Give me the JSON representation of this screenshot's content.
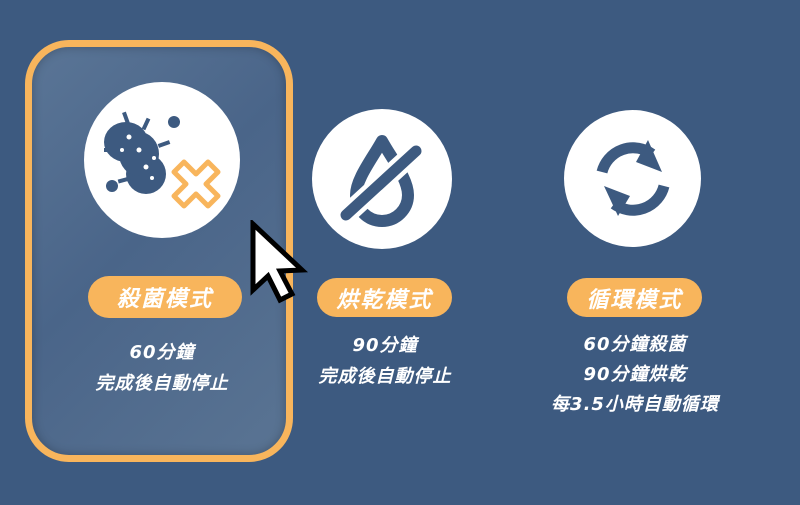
{
  "colors": {
    "background": "#3d5a80",
    "accent": "#f8b55c",
    "icon": "#3d5a80"
  },
  "modes": [
    {
      "label": "殺菌模式",
      "icon": "bacteria-cross-icon",
      "lines": [
        "60分鐘",
        "完成後自動停止"
      ],
      "selected": true
    },
    {
      "label": "烘乾模式",
      "icon": "no-water-drop-icon",
      "lines": [
        "90分鐘",
        "完成後自動停止"
      ],
      "selected": false
    },
    {
      "label": "循環模式",
      "icon": "cycle-arrows-icon",
      "lines": [
        "60分鐘殺菌",
        "90分鐘烘乾",
        "每3.5小時自動循環"
      ],
      "selected": false
    }
  ]
}
